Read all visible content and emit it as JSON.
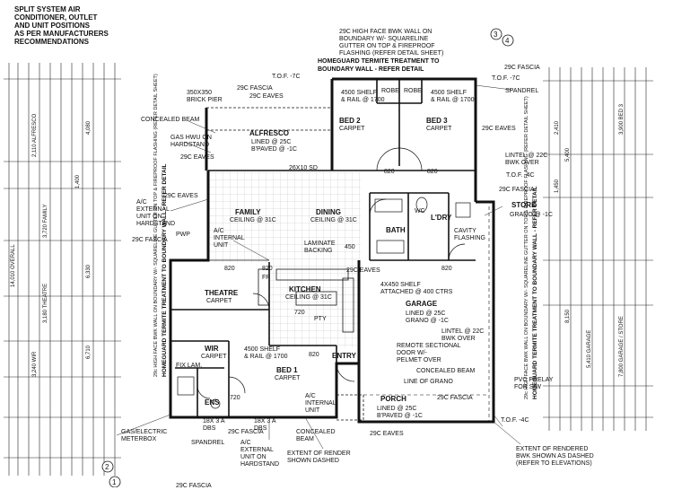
{
  "notes": {
    "top_left": "SPLIT SYSTEM AIR\nCONDITIONER, OUTLET\nAND UNIT POSITIONS\nAS PER MANUFACTURERS\nRECOMMENDATIONS",
    "top_center": "29c HIGH FACE BWK WALL ON\nBOUNDARY W/- SQUARELINE\nGUTTER ON TOP & FIREPROOF\nFLASHING (REFER DETAIL SHEET)",
    "termite_top": "HOMEGUARD TERMITE TREATMENT TO\nBOUNDARY WALL - REFER DETAIL",
    "spandrel_top": "SPANDREL",
    "concealed_beam_1": "CONCEALED BEAM",
    "brick_pier": "350x350\nBRICK PIER",
    "gas_hwu": "GAS HWU ON\nHARDSTAND",
    "ac_external": "A/C\nEXTERNAL\nUNIT ON\nHARDSTAND",
    "ac_internal": "A/C\nINTERNAL\nUNIT",
    "pwp": "PWP",
    "laminate": "LAMINATE\nBACKING",
    "store": "STORE",
    "store_lined": "GRANO @ -1c",
    "lintel": "LINTEL @ 22c\nBWK OVER",
    "cavity": "CAVITY\nFLASHING",
    "tof_7c": "T.O.F. -7c",
    "tof_4c": "T.O.F. -4c",
    "tof_4c_b": "T.O.F. -4c",
    "attached_wall": "4x450 SHELF\nATTACHED @ 400 CTRS",
    "garage_lined": "LINED @ 25c\nGRANO @ -1c",
    "lintel_garage": "LINTEL @ 22c\nBWK OVER",
    "remote_door": "REMOTE SECTIONAL\nDOOR W/-\nPELMET OVER",
    "concealed_beam_2": "CONCEALED BEAM",
    "line_of_grano": "LINE OF GRANO",
    "porch_lined": "LINED @ 25c\nB'PAVED @ -1c",
    "pvc_prelay": "PVC PRELAY\nFOR S/W",
    "right_vertical": "29c HIGH FACE BWK WALL ON\nBOUNDARY W/- SQUARELINE\nGUTTER ON TOP & FIREPROOF\nFLASHING (REFER DETAIL SHEET)",
    "termite_right": "HOMEGUARD TERMITE TREATMENT TO\nBOUNDARY WALL - REFER DETAIL",
    "left_vertical": "29c HIGH FACE BWK WALL ON\nBOUNDARY W/- SQUARELINE\nGUTTER ON TOP & FIREPROOF\nFLASHING (REFER DETAIL SHEET)",
    "termite_left": "HOMEGUARD TERMITE TREATMENT TO\nBOUNDARY WALL - REFER DETAIL",
    "gas_meter": "GAS/ELECTRIC\nMETERBOX",
    "spandrel_bottom": "SPANDREL",
    "ac_bottom": "A/C\nEXTERNAL\nUNIT ON\nHARDSTAND",
    "concealed_beam_3": "CONCEALED\nBEAM",
    "render": "EXTENT OF RENDER\nSHOWN DASHED",
    "rendered_bwk": "EXTENT OF RENDERED\nBWK SHOWN AS DASHED\n(REFER TO ELEVATIONS)",
    "ac_internal_2": "A/C\nINTERNAL\nUNIT",
    "shelf_alf": "4500 SHELF\n& RAIL @ 1700",
    "fix_lam": "FIX LAM.",
    "dbs": "18x 3 A\nDBS",
    "dbs2": "18x 3 A\nDBS"
  },
  "rooms": {
    "alfresco": "ALFRESCO",
    "alfresco_sub": "LINED @ 25c\nB'PAVED @ -1c",
    "bed2": "BED 2",
    "bed2_sub": "CARPET",
    "bed3": "BED 3",
    "bed3_sub": "CARPET",
    "family": "FAMILY",
    "family_sub": "CEILING @ 31c",
    "dining": "DINING",
    "dining_sub": "CEILING @ 31c",
    "bath": "BATH",
    "ldry": "L'DRY",
    "wc": "WC",
    "theatre": "THEATRE",
    "theatre_sub": "CARPET",
    "kitchen": "KITCHEN",
    "kitchen_sub": "CEILING @ 31c",
    "garage": "GARAGE",
    "wir": "WIR",
    "wir_sub": "CARPET",
    "bed1": "BED 1",
    "bed1_sub": "CARPET",
    "entry": "ENTRY",
    "porch": "PORCH",
    "ens": "ENS",
    "pty": "PTY",
    "fr": "FR"
  },
  "tags": {
    "fascia_1": "29c FASCIA",
    "eaves_1": "29c EAVES",
    "eaves_2": "29c EAVES",
    "fascia_2": "29c FASCIA",
    "eaves_3": "29c EAVES",
    "fascia_3": "29c FASCIA",
    "fascia_4": "29c FASCIA",
    "eaves_4": "29c EAVES",
    "fascia_5": "29c FASCIA",
    "fascia_6": "29c FASCIA",
    "eaves_5": "29c EAVES",
    "eaves_6": "29c EAVES",
    "fascia_7": "29c FASCIA",
    "robe1": "ROBE",
    "robe2": "ROBE"
  },
  "small_labels": {
    "d820a": "820",
    "d820b": "820",
    "d820c": "820",
    "d820d": "820",
    "d820e": "820",
    "d820f": "820",
    "d720": "720",
    "d450": "450",
    "d26x10": "26x10 SD",
    "d4500shelf": "4500 SHELF\n& RAIL @ 1700",
    "d4500shelf2": "4500 SHELF\n& RAIL @ 1700",
    "d720b": "720"
  },
  "left_dims": [
    {
      "label": "4,080"
    },
    {
      "label": "1,400"
    },
    {
      "label": "2,110 ALFRESCO"
    },
    {
      "label": "3,720 FAMILY"
    },
    {
      "label": "6,330"
    },
    {
      "label": "3,180 THEATRE"
    },
    {
      "label": "3,240 WIR"
    },
    {
      "label": "6,710"
    },
    {
      "label": "14,010 OVERALL"
    }
  ],
  "right_dims": [
    {
      "label": "2,410"
    },
    {
      "label": "5,400"
    },
    {
      "label": "3,900 BED 3"
    },
    {
      "label": "1,450"
    },
    {
      "label": "8,150"
    },
    {
      "label": "5,410 GARAGE"
    },
    {
      "label": "7,800 GARAGE / STORE"
    }
  ],
  "markers": {
    "m3": "3",
    "m4": "4",
    "m2": "2",
    "m1": "1"
  }
}
